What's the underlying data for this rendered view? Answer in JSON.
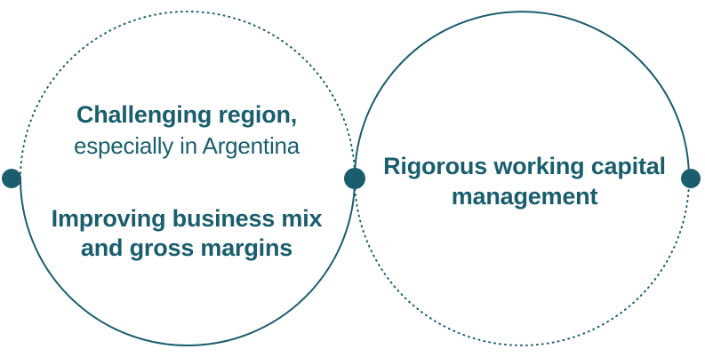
{
  "colors": {
    "accent": "#1a5e6e",
    "line": "#1a5e6e"
  },
  "left_circle": {
    "heading": "Challenging region,",
    "subheading": "especially in Argentina",
    "bottom_text": "Improving business mix and gross margins"
  },
  "right_circle": {
    "text": "Rigorous working capital management"
  }
}
